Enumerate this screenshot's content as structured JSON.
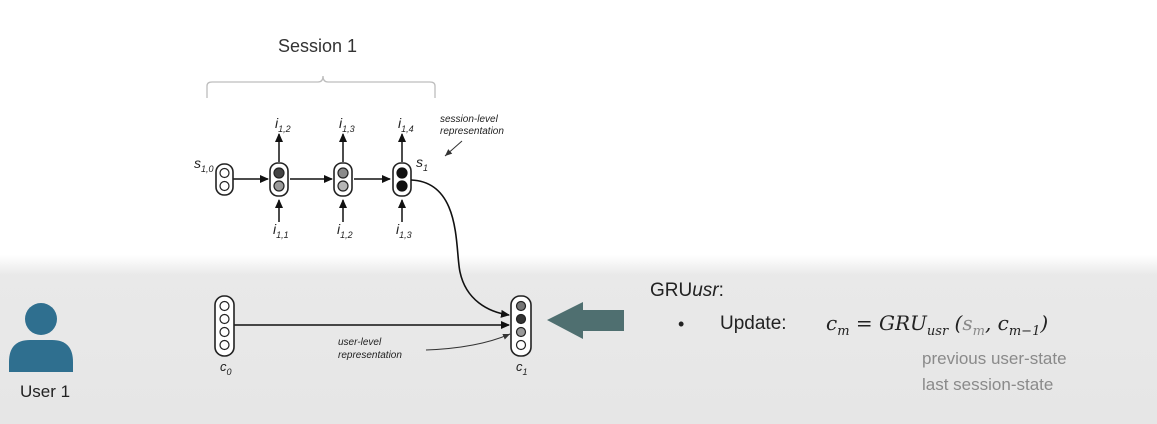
{
  "session": {
    "title": "Session 1",
    "annotation_line1": "session-level",
    "annotation_line2": "representation"
  },
  "nodes": {
    "s10": "s",
    "s10_sub": "1,0",
    "s1": "s",
    "s1_sub": "1"
  },
  "items_out": [
    {
      "base": "i",
      "sub": "1,2"
    },
    {
      "base": "i",
      "sub": "1,3"
    },
    {
      "base": "i",
      "sub": "1,4"
    }
  ],
  "items_in": [
    {
      "base": "i",
      "sub": "1,1"
    },
    {
      "base": "i",
      "sub": "1,2"
    },
    {
      "base": "i",
      "sub": "1,3"
    }
  ],
  "user_level": {
    "annotation_line1": "user-level",
    "annotation_line2": "representation",
    "c0": "c",
    "c0_sub": "0",
    "c1": "c",
    "c1_sub": "1"
  },
  "gru": {
    "title_prefix": "GRU",
    "title_italic": "usr",
    "title_suffix": ":",
    "bullet": "•",
    "update_label": "Update:",
    "formula": {
      "c": "c",
      "c_sub": "m",
      "eq": " = GRU",
      "gru_sub": "usr",
      "open": " (",
      "s": "s",
      "s_sub": "m",
      "comma": ", ",
      "cm": "c",
      "cm_sub": "m−1",
      "close": ")"
    },
    "note1": "previous user-state",
    "note2": "last session-state"
  },
  "user": {
    "label": "User 1"
  },
  "colors": {
    "user_icon": "#2f6f8f",
    "big_arrow": "#4f6f70",
    "node_dark": "#1a1a1a",
    "node_mid": "#8a8a8a",
    "node_light": "#ffffff"
  }
}
